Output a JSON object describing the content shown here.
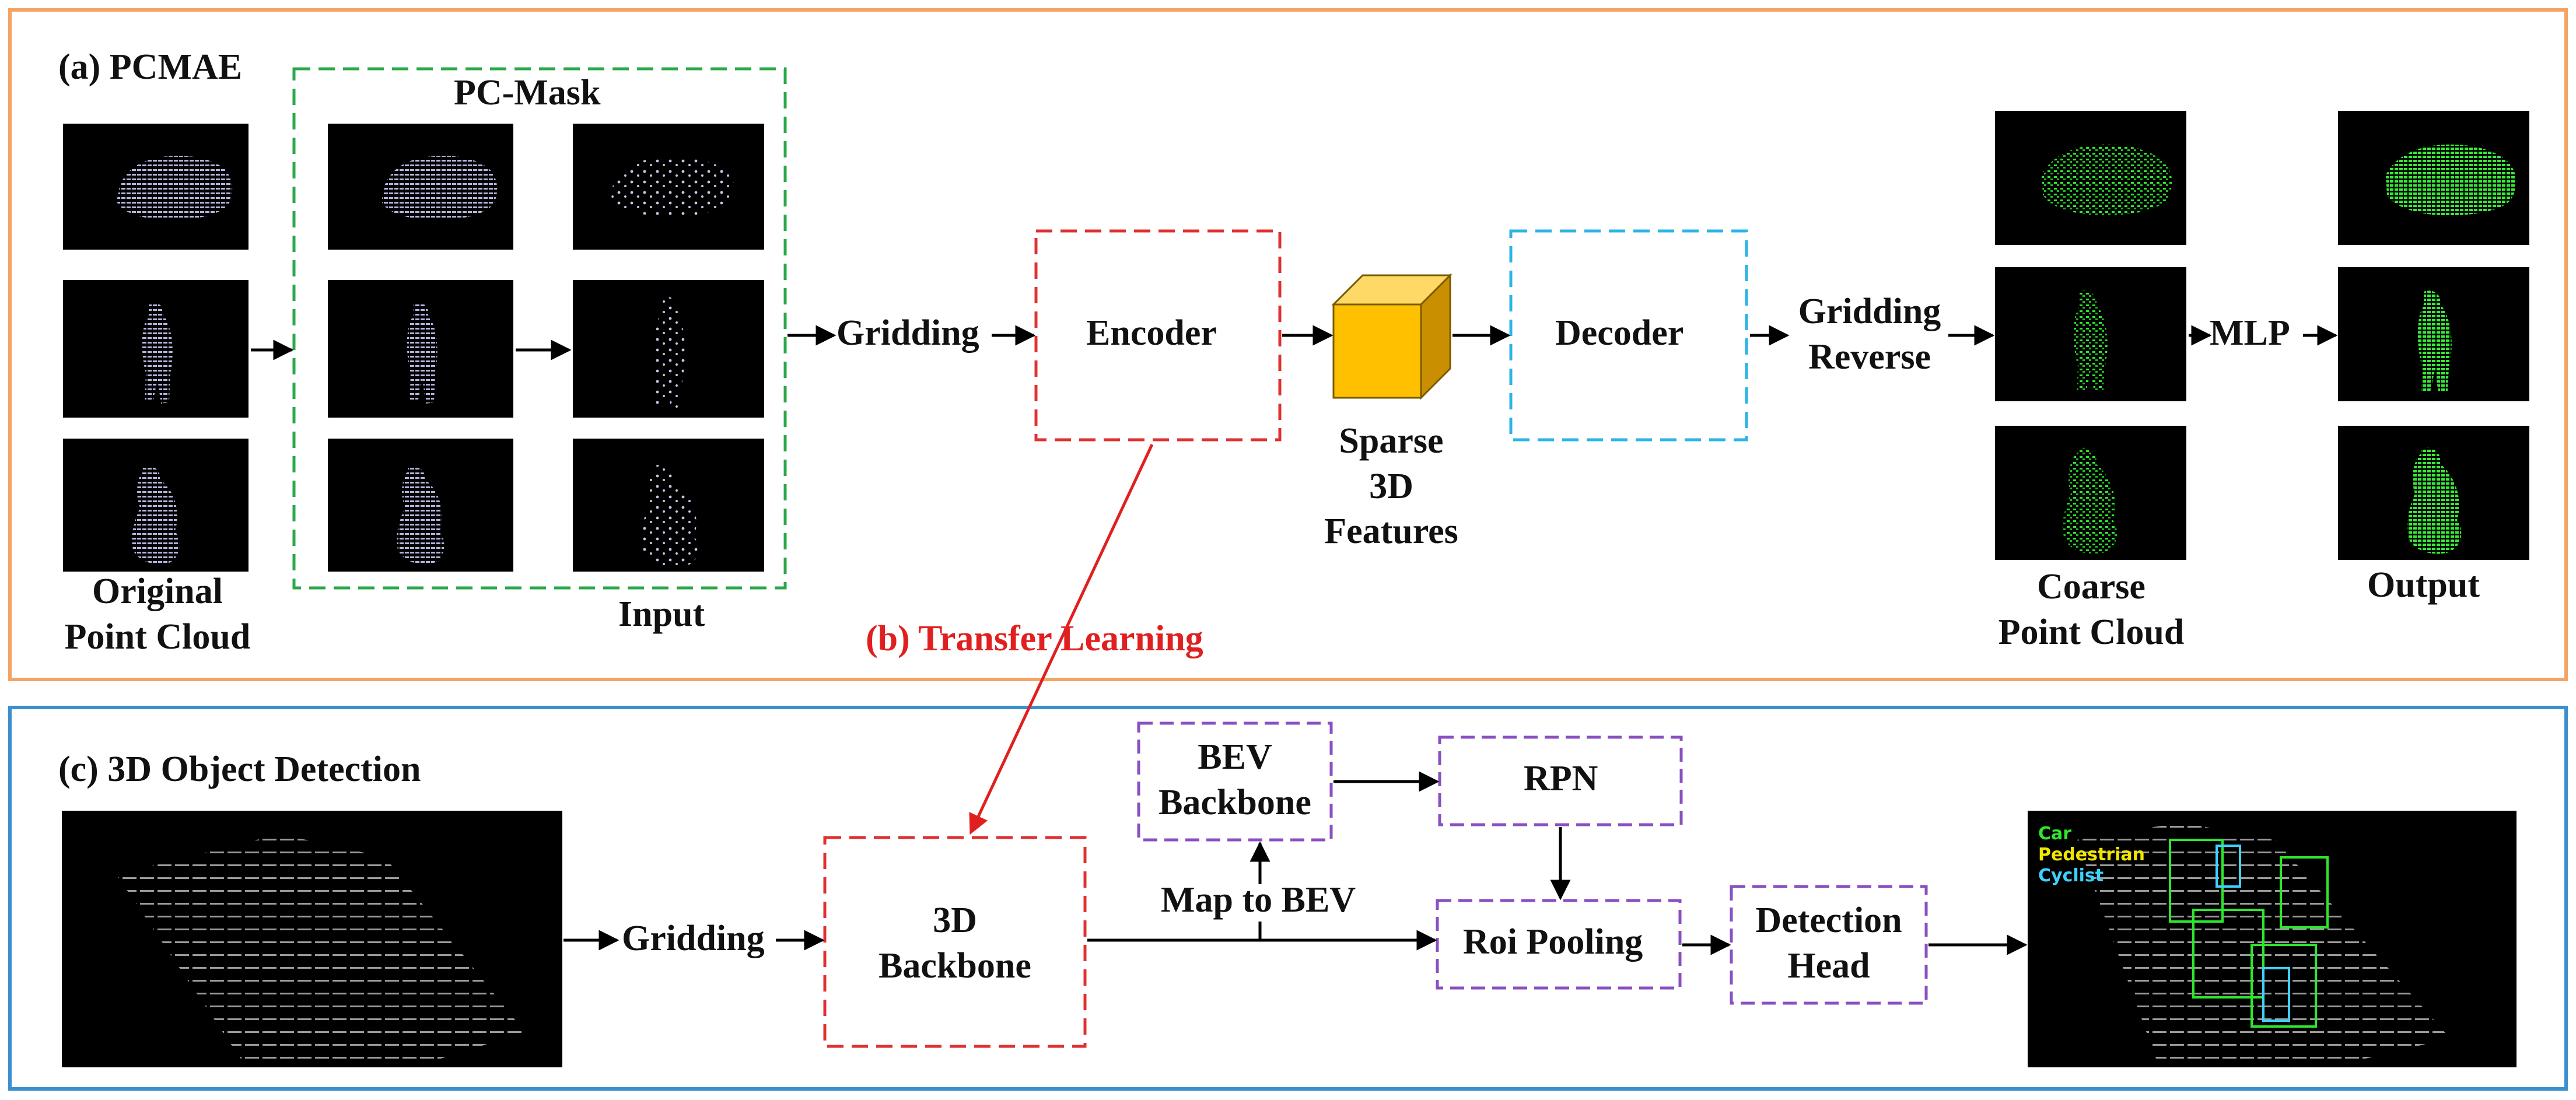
{
  "panel_a": {
    "title": "(a) PCMAE",
    "mask_group_title": "PC-Mask",
    "original_caption_line1": "Original",
    "original_caption_line2": "Point Cloud",
    "input_caption": "Input",
    "gridding_label": "Gridding",
    "encoder_label": "Encoder",
    "sparse_line1": "Sparse",
    "sparse_line2": "3D",
    "sparse_line3": "Features",
    "decoder_label": "Decoder",
    "gridding_reverse_line1": "Gridding",
    "gridding_reverse_line2": "Reverse",
    "mlp_label": "MLP",
    "coarse_caption_line1": "Coarse",
    "coarse_caption_line2": "Point Cloud",
    "output_caption": "Output"
  },
  "panel_b": {
    "transfer_label": "(b) Transfer Learning"
  },
  "panel_c": {
    "title": "(c) 3D Object Detection",
    "gridding_label": "Gridding",
    "backbone3d_line1": "3D",
    "backbone3d_line2": "Backbone",
    "map_to_bev_label": "Map to BEV",
    "bev_line1": "BEV",
    "bev_line2": "Backbone",
    "rpn_label": "RPN",
    "roi_label": "Roi Pooling",
    "det_line1": "Detection",
    "det_line2": "Head",
    "legend_car": "Car",
    "legend_pedestrian": "Pedestrian",
    "legend_cyclist": "Cyclist"
  },
  "colors": {
    "panel_a_border": "#f2a466",
    "panel_c_border": "#3a8fcf",
    "mask_group_border": "#2aa84a",
    "encoder_border": "#e03030",
    "decoder_border": "#2bb5e6",
    "detection_module_border": "#8a4fc2",
    "transfer_arrow": "#e02020",
    "cube_face": "#ffc000",
    "gray_points": "#b4b4dc",
    "green_points": "#2ee62e"
  }
}
